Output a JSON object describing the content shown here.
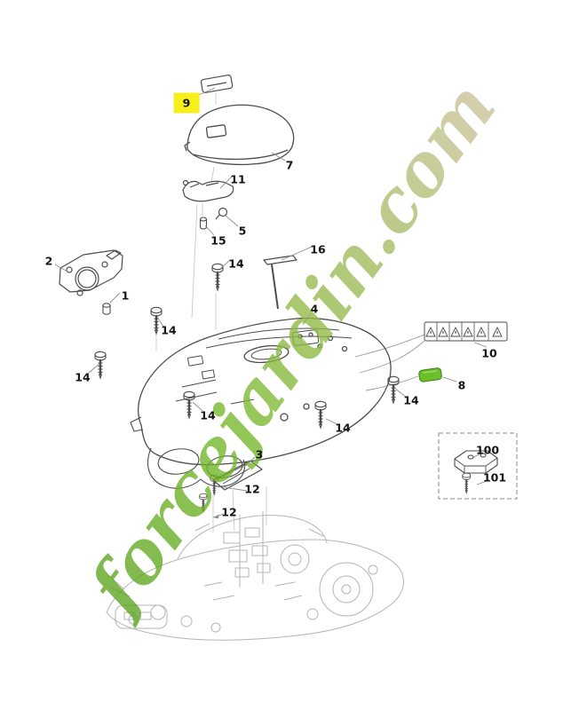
{
  "diagram": {
    "watermark": {
      "text": "forcejardin.com",
      "color_green": "#6ab023",
      "color_tan": "#c9c09b"
    },
    "highlight": {
      "part": "9",
      "color": "#f7ef1a"
    },
    "part8_color": "#6abf2a",
    "inset_box_parts": [
      "100",
      "101"
    ],
    "safety_label": {
      "part": "10",
      "pictogram_count": 6
    },
    "callouts": [
      {
        "label": "9",
        "highlighted": true
      },
      {
        "label": "7"
      },
      {
        "label": "11"
      },
      {
        "label": "5"
      },
      {
        "label": "15"
      },
      {
        "label": "16"
      },
      {
        "label": "2"
      },
      {
        "label": "14"
      },
      {
        "label": "1"
      },
      {
        "label": "14"
      },
      {
        "label": "4"
      },
      {
        "label": "10"
      },
      {
        "label": "8"
      },
      {
        "label": "14"
      },
      {
        "label": "14"
      },
      {
        "label": "14"
      },
      {
        "label": "14"
      },
      {
        "label": "3"
      },
      {
        "label": "100"
      },
      {
        "label": "101"
      },
      {
        "label": "12"
      },
      {
        "label": "12"
      }
    ]
  }
}
